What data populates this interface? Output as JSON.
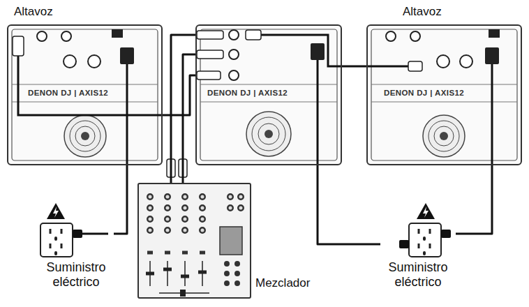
{
  "diagram": {
    "nodes": [
      {
        "text": [
          "Altavoz",
          "DENON DJ | AXIS12"
        ]
      },
      {
        "text": [
          "DENON DJ | AXIS12"
        ]
      },
      {
        "text": [
          "Altavoz",
          "DENON DJ | AXIS12"
        ]
      },
      {
        "text": [
          "Suministro eléctrico"
        ]
      },
      {
        "text": [
          "Mezclador"
        ]
      },
      {
        "text": [
          "Suministro eléctrico"
        ]
      }
    ],
    "edges": [
      {
        "from": 4,
        "to": 1,
        "arrow": "none"
      },
      {
        "from": 4,
        "to": 1,
        "arrow": "none"
      },
      {
        "from": 1,
        "to": 0,
        "arrow": "none"
      },
      {
        "from": 1,
        "to": 2,
        "arrow": "none"
      },
      {
        "from": 0,
        "to": 3,
        "arrow": "none"
      },
      {
        "from": 1,
        "to": 5,
        "arrow": "none"
      },
      {
        "from": 2,
        "to": 5,
        "arrow": "none"
      }
    ]
  }
}
